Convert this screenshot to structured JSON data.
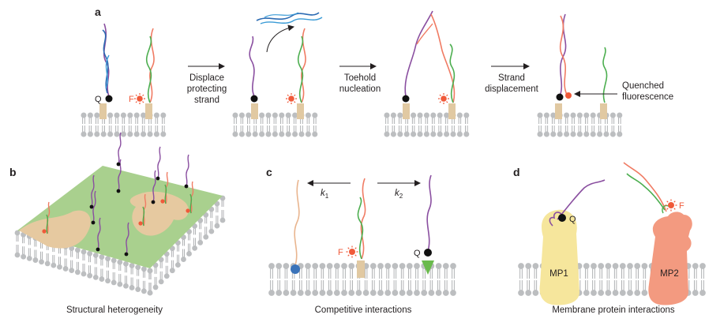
{
  "panels": {
    "a": {
      "letter": "a",
      "steps": [
        [
          "Displace",
          "protecting",
          "strand"
        ],
        [
          "Toehold",
          "nucleation"
        ],
        [
          "Strand",
          "displacement"
        ]
      ],
      "q_label": "Q",
      "f_label": "F",
      "quenched": [
        "Quenched",
        "fluorescence"
      ]
    },
    "b": {
      "letter": "b",
      "caption": "Structural heterogeneity"
    },
    "c": {
      "letter": "c",
      "k1": "k",
      "k1_sub": "1",
      "k2": "k",
      "k2_sub": "2",
      "f_label": "F",
      "q_label": "Q",
      "caption": "Competitive interactions"
    },
    "d": {
      "letter": "d",
      "mp1": "MP1",
      "mp2": "MP2",
      "q_label": "Q",
      "f_label": "F",
      "caption": "Membrane protein interactions"
    }
  },
  "colors": {
    "lipid": "#bcbec0",
    "tail": "#9d9fa2",
    "purple": "#8a4fa0",
    "orange": "#f07b63",
    "green": "#4cae4f",
    "blue": "#2c6bb3",
    "lightblue": "#3a9bd6",
    "tan": "#e1c9a2",
    "fluor": "#f05a3a",
    "sheet_green": "#a9d08e",
    "mp1": "#f6e69c",
    "mp2": "#f39a80",
    "pale_orange": "#e9b58f"
  }
}
